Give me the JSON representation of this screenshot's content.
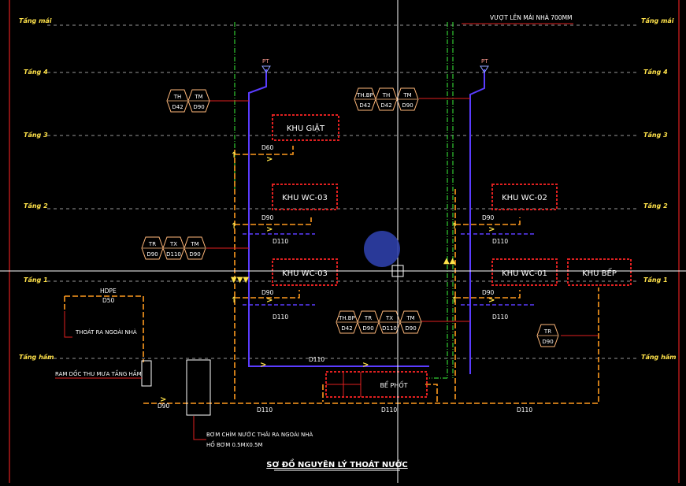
{
  "floor_labels": [
    "Tầng mái",
    "Tầng 4",
    "Tầng 3",
    "Tầng 2",
    "Tầng 1",
    "Tầng hầm"
  ],
  "rooms": {
    "khu_giat": "KHU GIẶT",
    "khu_wc_03_upper": "KHU WC-03",
    "khu_wc_03_lower": "KHU WC-03",
    "khu_wc_02": "KHU WC-02",
    "khu_wc_01": "KHU WC-01",
    "khu_bep": "KHU BẾP",
    "be_phot": "BỂ PHỐT"
  },
  "tags": {
    "left_top": [
      {
        "code": "TH",
        "size": "D42"
      },
      {
        "code": "TM",
        "size": "D90"
      }
    ],
    "center_top": [
      {
        "code": "TH.BP",
        "size": "D42"
      },
      {
        "code": "TH",
        "size": "D42"
      },
      {
        "code": "TM",
        "size": "D90"
      }
    ],
    "left_mid": [
      {
        "code": "TR",
        "size": "D90"
      },
      {
        "code": "TX",
        "size": "D110"
      },
      {
        "code": "TM",
        "size": "D90"
      }
    ],
    "center_low": [
      {
        "code": "TH.BP",
        "size": "D42"
      },
      {
        "code": "TR",
        "size": "D90"
      },
      {
        "code": "TX",
        "size": "D110"
      },
      {
        "code": "TM",
        "size": "D90"
      }
    ],
    "right_low": [
      {
        "code": "TR",
        "size": "D90"
      }
    ]
  },
  "pipe_labels": {
    "d60": "D60",
    "d90_a": "D90",
    "d110_a": "D110",
    "d90_b": "D90",
    "d110_b": "D110",
    "d90_c": "D90",
    "d110_c": "D110",
    "d90_d": "D90",
    "d110_d": "D110",
    "d110_e": "D110",
    "d110_f": "D110",
    "d110_g": "D110",
    "d110_h": "D110",
    "d90_e": "D90",
    "hdpe": "HDPE",
    "d50": "D50",
    "pt_left": "PT",
    "pt_right": "PT"
  },
  "notes": {
    "roof_vent": "VƯỢT LÊN MÁI NHÀ 700MM",
    "drain_out": "THOÁT RA NGOÀI NHÀ",
    "ramp": "RAM DỐC THU MƯA TẦNG HẦM",
    "pump_line1": "BƠM CHÌM NƯỚC THẢI RA NGOÀI NHÀ",
    "pump_line2": "HỐ BƠM 0.5MX0.5M"
  },
  "title": "SƠ ĐỒ NGUYÊN LÝ THOÁT NƯỚC",
  "colors": {
    "background": "#000000",
    "pipe_orange": "#ff9a1f",
    "pipe_purple": "#5a3cff",
    "pipe_green": "#33cc33",
    "room_red": "#e02020",
    "text_white": "#ffffff",
    "tag_orange": "#ffb87a",
    "marker_yellow": "#ffe24a",
    "cursor_blue": "#2d3fa8"
  }
}
